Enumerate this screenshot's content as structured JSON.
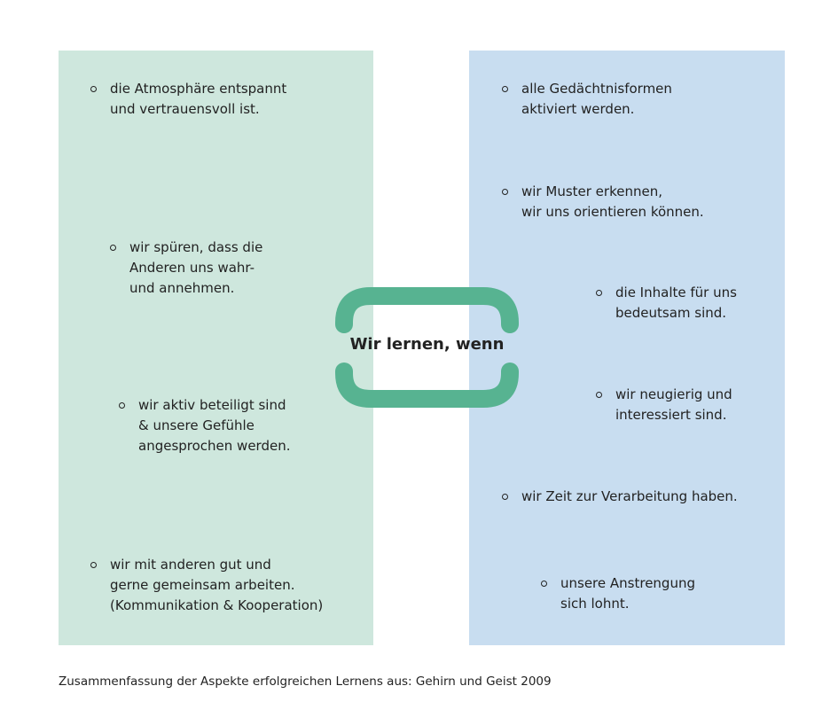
{
  "center_label": "Wir lernen, wenn",
  "left_items": [
    "die Atmosphäre entspannt\nund vertrauensvoll ist.",
    "wir spüren, dass die\nAnderen uns wahr-\nund annehmen.",
    "wir aktiv beteiligt sind\n& unsere Gefühle\nangesprochen werden.",
    "wir mit anderen gut und\ngerne gemeinsam arbeiten.\n(Kommunikation & Kooperation)"
  ],
  "right_items": [
    "alle Gedächtnisformen\naktiviert werden.",
    "wir Muster erkennen,\nwir uns orientieren können.",
    "die Inhalte für uns\nbedeutsam sind.",
    "wir neugierig und\ninteressiert sind.",
    "wir Zeit zur Verarbeitung haben.",
    "unsere Anstrengung\nsich lohnt."
  ],
  "caption": "Zusammenfassung der Aspekte erfolgreichen Lernens aus: Gehirn und Geist 2009",
  "colors": {
    "left_panel": "#cee7dd",
    "right_panel": "#c8ddf0",
    "bracket": "#57b391"
  }
}
